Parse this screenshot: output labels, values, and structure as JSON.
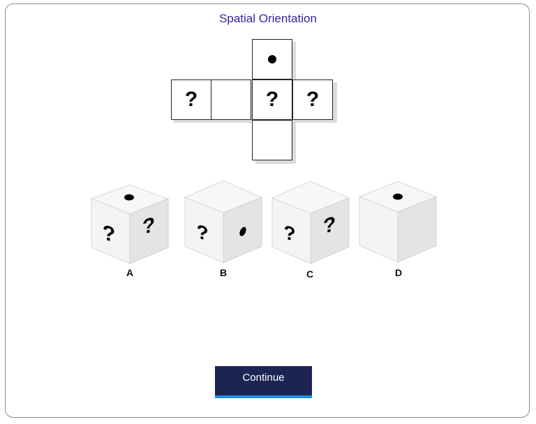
{
  "title": "Spatial Orientation",
  "net": {
    "faces": [
      {
        "id": "top",
        "symbol": "dot-icon"
      },
      {
        "id": "left",
        "symbol": "question-mark",
        "text": "?"
      },
      {
        "id": "left-center",
        "symbol": "blank"
      },
      {
        "id": "center",
        "symbol": "question-mark",
        "text": "?"
      },
      {
        "id": "right",
        "symbol": "question-mark",
        "text": "?"
      },
      {
        "id": "bottom",
        "symbol": "blank"
      }
    ]
  },
  "options": [
    {
      "label": "A",
      "top": "dot",
      "left": "?",
      "right": "?"
    },
    {
      "label": "B",
      "top": "blank",
      "left": "?",
      "right": "dot"
    },
    {
      "label": "C",
      "top": "blank",
      "left": "?",
      "right": "?"
    },
    {
      "label": "D",
      "top": "dot",
      "left": "blank",
      "right": "blank"
    }
  ],
  "continue_label": "Continue",
  "colors": {
    "title": "#3b1fa0",
    "button_bg": "#1c2552",
    "button_accent": "#1f8fe0"
  }
}
